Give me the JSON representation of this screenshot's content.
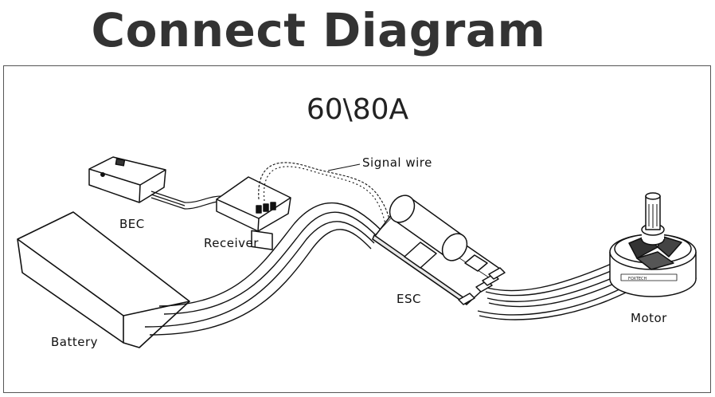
{
  "title": "Connect Diagram",
  "subtitle": "60\\80A",
  "labels": {
    "signal_wire": "Signal wire",
    "bec": "BEC",
    "receiver": "Receiver",
    "esc": "ESC",
    "motor": "Motor",
    "battery": "Battery"
  },
  "motor_brand": "FOXTECH"
}
